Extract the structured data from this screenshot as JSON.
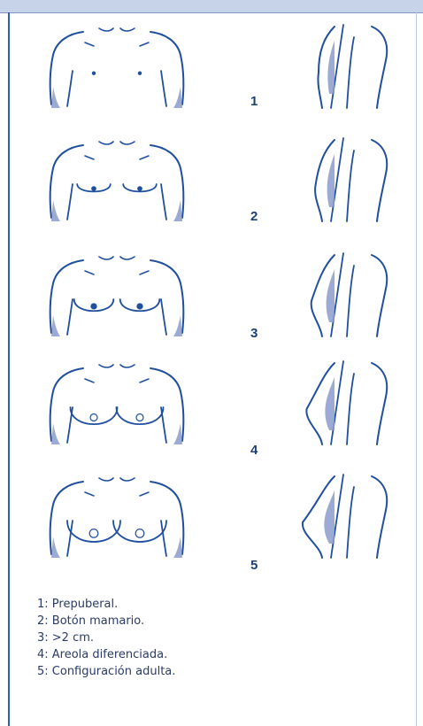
{
  "stages": [
    {
      "number": "1",
      "development": 0.0
    },
    {
      "number": "2",
      "development": 0.2
    },
    {
      "number": "3",
      "development": 0.45
    },
    {
      "number": "4",
      "development": 0.75
    },
    {
      "number": "5",
      "development": 1.0
    }
  ],
  "legend": [
    "1: Prepuberal.",
    "2: Botón mamario.",
    "3: >2 cm.",
    "4: Areola diferenciada.",
    "5: Configuración adulta."
  ],
  "colors": {
    "line": "#1f4f9e",
    "shade": "#8c9bcb",
    "number": "#1d3f7a",
    "border": "#2f5fa8",
    "topbar": "#c6d3e8"
  }
}
